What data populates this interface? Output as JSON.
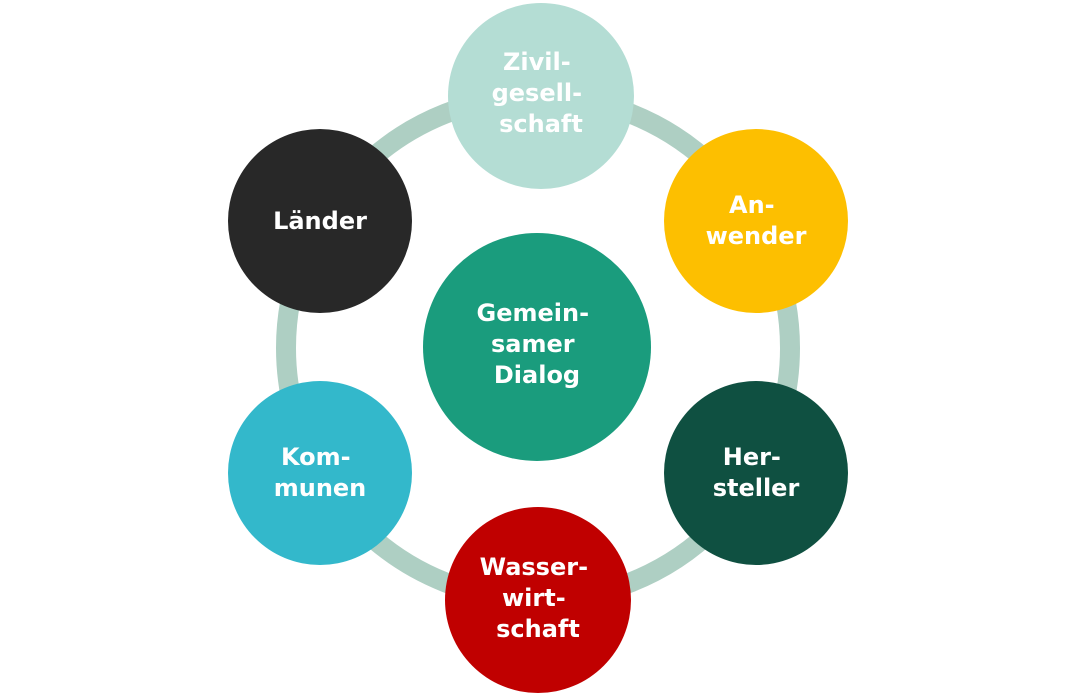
{
  "diagram": {
    "ring_color": "#aecfc3",
    "center": {
      "lines": [
        "Gemein-",
        "samer",
        "Dialog"
      ],
      "color": "#1a9c7d"
    },
    "nodes": [
      {
        "id": "zivilgesellschaft",
        "lines": [
          "Zivil-",
          "gesell-",
          "schaft"
        ],
        "color": "#b4ddd4"
      },
      {
        "id": "anwender",
        "lines": [
          "An-",
          "wender"
        ],
        "color": "#fdbf00"
      },
      {
        "id": "hersteller",
        "lines": [
          "Her-",
          "steller"
        ],
        "color": "#0f5041"
      },
      {
        "id": "wasserwirtschaft",
        "lines": [
          "Wasser-",
          "wirt-",
          "schaft"
        ],
        "color": "#c00000"
      },
      {
        "id": "kommunen",
        "lines": [
          "Kom-",
          "munen"
        ],
        "color": "#33b8cb"
      },
      {
        "id": "laender",
        "lines": [
          "Länder"
        ],
        "color": "#282828"
      }
    ]
  }
}
